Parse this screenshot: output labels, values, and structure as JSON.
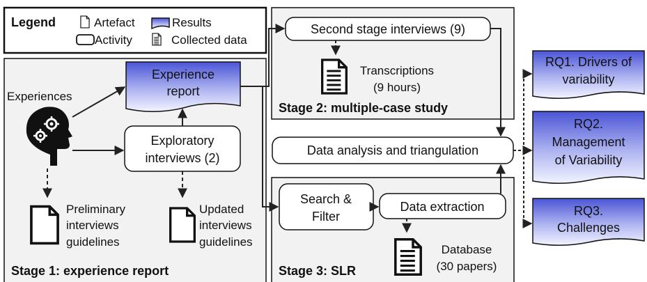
{
  "legend": {
    "title": "Legend",
    "artefact": "Artefact",
    "results": "Results",
    "activity": "Activity",
    "collected_data": "Collected data"
  },
  "stage1": {
    "title": "Stage 1: experience report",
    "experiences": "Experiences",
    "experience_report": [
      "Experience",
      "report"
    ],
    "exploratory_interviews": [
      "Exploratory",
      "interviews (2)"
    ],
    "preliminary_guidelines": [
      "Preliminary",
      "interviews",
      "guidelines"
    ],
    "updated_guidelines": [
      "Updated",
      "interviews",
      "guidelines"
    ]
  },
  "stage2": {
    "title": "Stage 2: multiple-case study",
    "second_stage_interviews": "Second stage interviews (9)",
    "transcriptions": [
      "Transcriptions",
      "(9 hours)"
    ]
  },
  "data_analysis": "Data analysis and triangulation",
  "stage3": {
    "title": "Stage 3: SLR",
    "search_filter": [
      "Search &",
      "Filter"
    ],
    "data_extraction": "Data extraction",
    "database": [
      "Database",
      "(30 papers)"
    ]
  },
  "results": [
    [
      "RQ1. Drivers of",
      "variability"
    ],
    [
      "RQ2.",
      "Management",
      "of Variability"
    ],
    [
      "RQ3.",
      "Challenges"
    ]
  ],
  "colors": {
    "results_fill_top": "#4b55d6",
    "results_fill_bottom": "#f2f3ff",
    "stage_bg": "#f2f2f2",
    "line": "#222222"
  }
}
